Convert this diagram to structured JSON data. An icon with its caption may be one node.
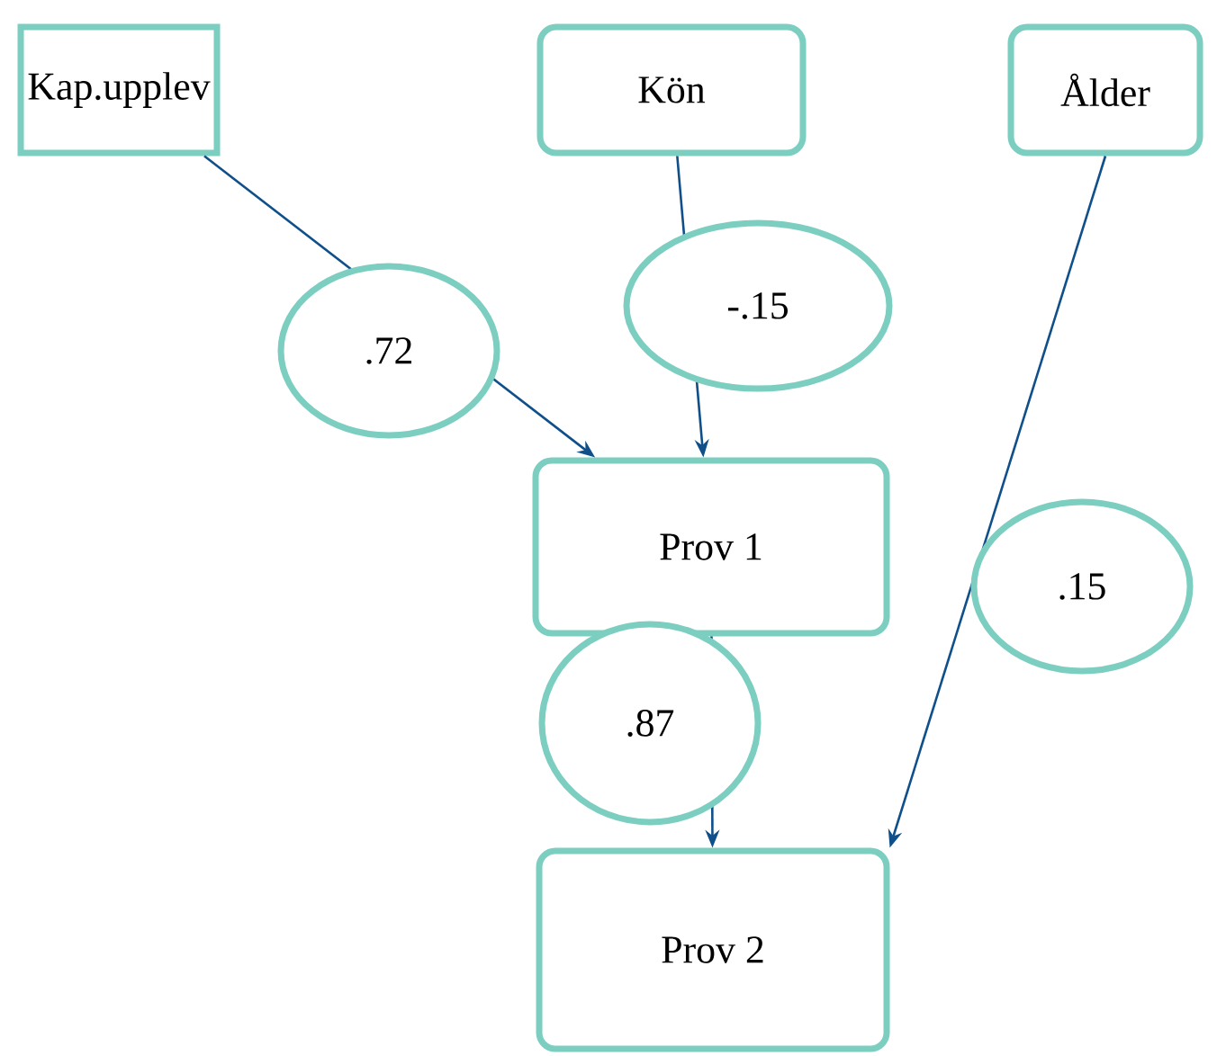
{
  "diagram": {
    "nodes": [
      {
        "text": [
          "Kap.upplev"
        ]
      },
      {
        "text": [
          "Kön"
        ]
      },
      {
        "text": [
          "Ålder"
        ]
      },
      {
        "text": [
          "Prov 1"
        ]
      },
      {
        "text": [
          "Prov 2"
        ]
      }
    ],
    "edges": [
      {
        "from": 0,
        "to": 3,
        "arrow": "to",
        "label": ".72"
      },
      {
        "from": 1,
        "to": 3,
        "arrow": "to",
        "label": "-.15"
      },
      {
        "from": 3,
        "to": 4,
        "arrow": "to",
        "label": ".87"
      },
      {
        "from": 2,
        "to": 4,
        "arrow": "to",
        "label": ".15"
      }
    ]
  }
}
